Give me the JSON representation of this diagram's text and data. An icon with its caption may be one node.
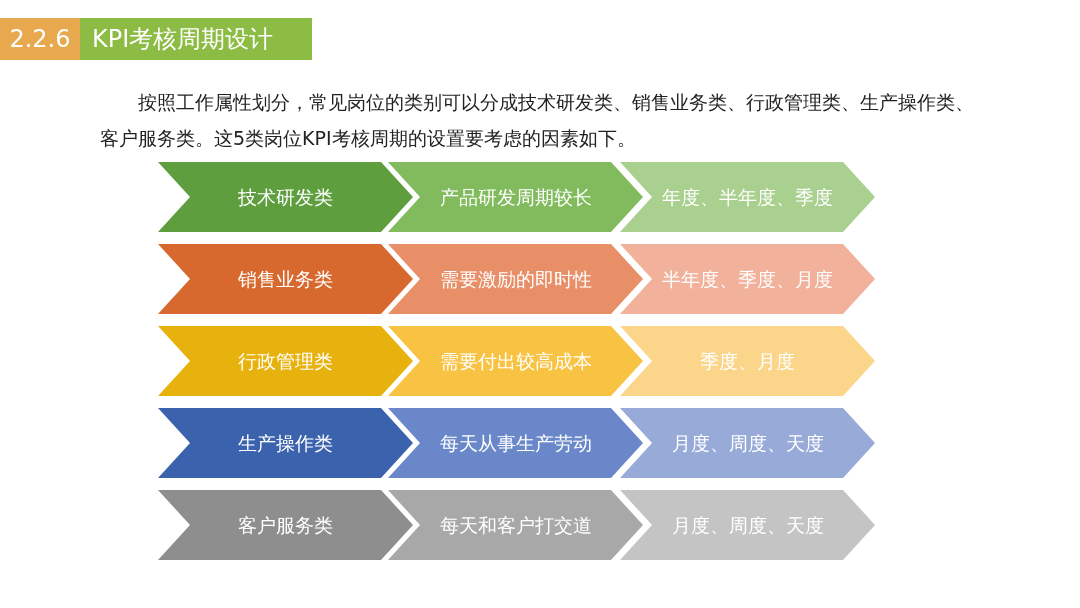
{
  "diagram": {
    "title": "KPI考核周期设计",
    "nodes": [
      {
        "text": [
          "技术研发类"
        ]
      },
      {
        "text": [
          "产品研发周期较长"
        ]
      },
      {
        "text": [
          "年度、半年度、季度"
        ]
      },
      {
        "text": [
          "销售业务类"
        ]
      },
      {
        "text": [
          "需要激励的即时性"
        ]
      },
      {
        "text": [
          "半年度、季度、月度"
        ]
      },
      {
        "text": [
          "行政管理类"
        ]
      },
      {
        "text": [
          "需要付出较高成本"
        ]
      },
      {
        "text": [
          "季度、月度"
        ]
      },
      {
        "text": [
          "生产操作类"
        ]
      },
      {
        "text": [
          "每天从事生产劳动"
        ]
      },
      {
        "text": [
          "月度、周度、天度"
        ]
      },
      {
        "text": [
          "客户服务类"
        ]
      },
      {
        "text": [
          "每天和客户打交道"
        ]
      },
      {
        "text": [
          "月度、周度、天度"
        ]
      }
    ],
    "labels": [
      "2.2.6",
      "按照工作属性划分，常见岗位的类别可以分成技术研发类、销售业务类、行政管理类、生产操作类、客户服务类。这5类岗位KPI考核周期的设置要考虑的因素如下。"
    ]
  }
}
